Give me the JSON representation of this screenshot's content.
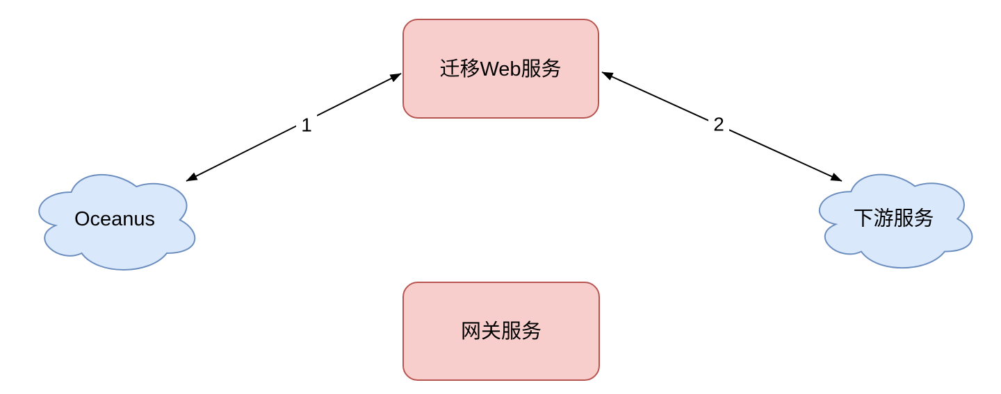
{
  "diagram": {
    "type": "architecture-flow",
    "background": "#ffffff",
    "nodes": [
      {
        "id": "migration-web-service",
        "label": "迁移Web服务",
        "shape": "rounded-rect"
      },
      {
        "id": "oceanus",
        "label": "Oceanus",
        "shape": "cloud"
      },
      {
        "id": "downstream-service",
        "label": "下游服务",
        "shape": "cloud"
      },
      {
        "id": "gateway-service",
        "label": "网关服务",
        "shape": "rounded-rect"
      }
    ],
    "edges": [
      {
        "label": "1",
        "from": "oceanus",
        "to": "migration-web-service",
        "arrows": "both"
      },
      {
        "label": "2",
        "from": "migration-web-service",
        "to": "downstream-service",
        "arrows": "both"
      }
    ],
    "colors": {
      "box_fill": "#f8cecc",
      "box_stroke": "#b85450",
      "cloud_fill": "#dae8fc",
      "cloud_stroke": "#6c8ebf",
      "edge_stroke": "#000000",
      "label_text": "#000000"
    }
  }
}
